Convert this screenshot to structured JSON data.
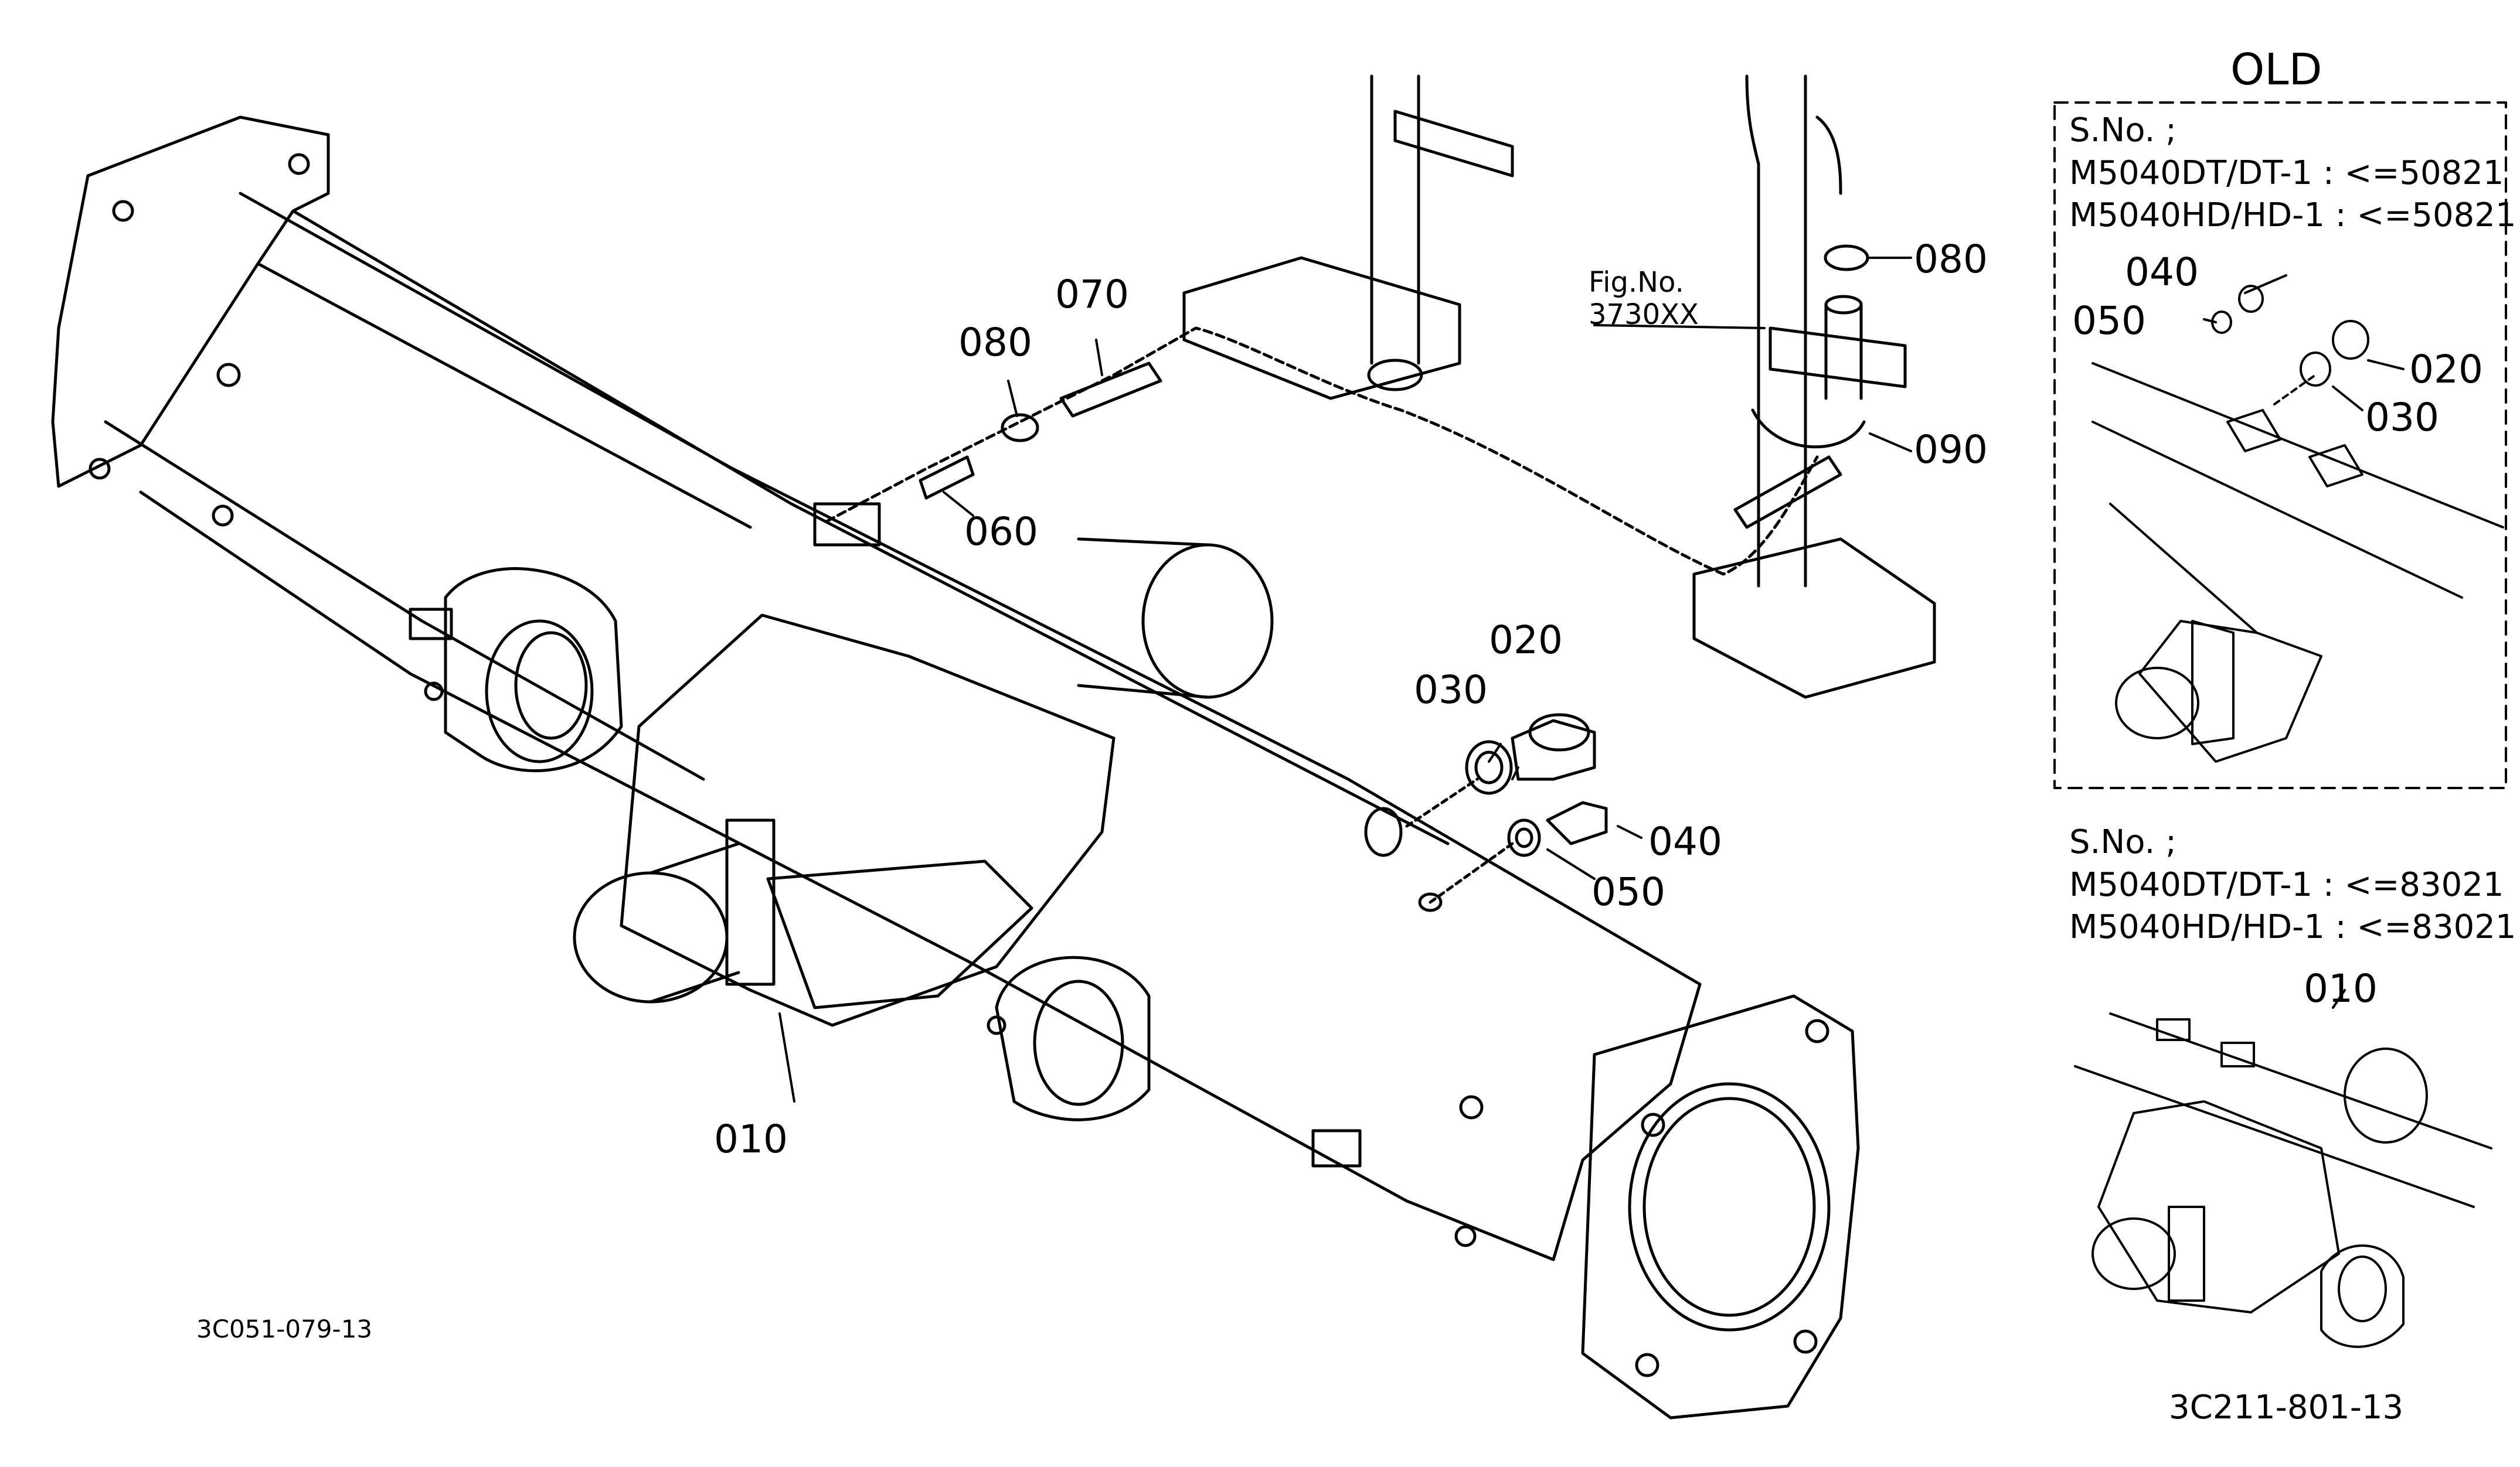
{
  "callouts": {
    "c010": "010",
    "c020": "020",
    "c030": "030",
    "c040": "040",
    "c050": "050",
    "c060": "060",
    "c070": "070",
    "c080_hose": "080",
    "c080_pipe": "080",
    "c090": "090"
  },
  "figure_reference": {
    "label": "Fig.No.",
    "number": "3730XX"
  },
  "diagram_codes": {
    "main": "3C051-079-13",
    "inset": "3C211-801-13"
  },
  "old_inset": {
    "title": "OLD",
    "serial_label": "S.No. ;",
    "line1": "M5040DT/DT-1 : <=50821",
    "line2": "M5040HD/HD-1 : <=50821",
    "callouts": {
      "c020": "020",
      "c030": "030",
      "c040": "040",
      "c050": "050"
    }
  },
  "new_inset": {
    "serial_label": "S.No. ;",
    "line1": "M5040DT/DT-1 : <=83021",
    "line2": "M5040HD/HD-1 : <=83021",
    "callouts": {
      "c010": "010"
    }
  }
}
